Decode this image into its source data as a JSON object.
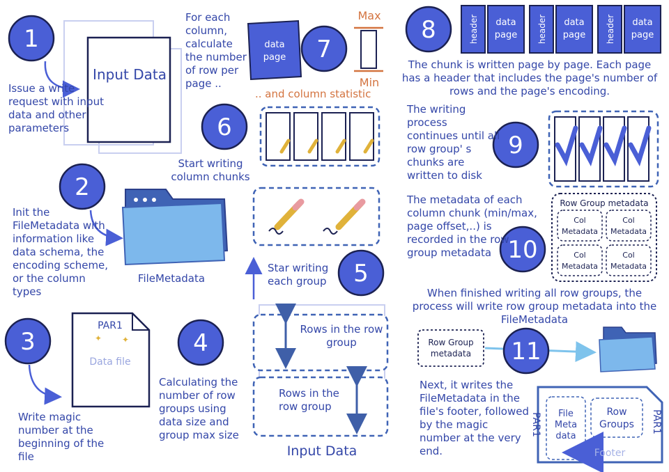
{
  "colors": {
    "primary": "#4a5fd6",
    "text": "#3346a8",
    "folder": "#7db8ec",
    "orange": "#d3733f",
    "dark": "#1b2152"
  },
  "steps": {
    "s1": {
      "num": "1",
      "text": "Issue a write request with input data and other parameters",
      "box_label": "Input Data"
    },
    "s2": {
      "num": "2",
      "text": "Init the FileMetadata with information like data schema, the encoding scheme, or the column types",
      "folder_label": "FileMetadata"
    },
    "s3": {
      "num": "3",
      "text": "Write magic number at the beginning of the file",
      "file_title": "PAR1",
      "file_body": "Data file"
    },
    "s4": {
      "num": "4",
      "text": "Calculating the number of row groups using data size and group max size"
    },
    "s5": {
      "num": "5",
      "text": "Star writing each group",
      "rows_label_1": "Rows in the row group",
      "rows_label_2": "Rows in the row group",
      "input_label": "Input Data"
    },
    "s6": {
      "num": "6",
      "text": "Start writing column chunks"
    },
    "s7": {
      "num": "7",
      "text": "For each column, calculate the number of row per page ..",
      "page_label": "data page",
      "max_label": "Max",
      "min_label": "Min",
      "stat_text": ".. and column statistic"
    },
    "s8": {
      "num": "8",
      "text": "The chunk is written page by page. Each page has a header that includes the page's number of rows and  the page's encoding.",
      "header_label": "header",
      "page_label": "data page"
    },
    "s9": {
      "num": "9",
      "text": "The writing process continues until all row group' s chunks are written to disk"
    },
    "s10": {
      "num": "10",
      "text": "The metadata of each column chunk (min/max, page offset,..) is recorded in the row group metadata",
      "rg_title": "Row Group metadata",
      "col_label": "Col Metadata"
    },
    "s11": {
      "num": "11",
      "text_top": "When finished writing all row groups, the process will write row group metadata into the FileMetadata",
      "text_bottom": "Next, it writes the FileMetadata in the file's footer, followed by the magic number at the very end.",
      "rg_box": "Row Group metadata",
      "footer_par1": "PAR1",
      "footer_par1_right": "PAR1",
      "footer_filemeta": "File Meta data",
      "footer_rowgroups": "Row Groups",
      "footer_label": "Footer"
    }
  }
}
